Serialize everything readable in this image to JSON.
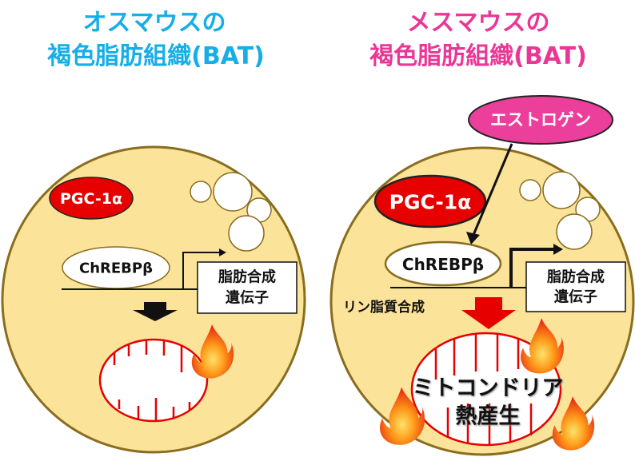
{
  "male": {
    "title_line1": "オスマウスの",
    "title_line2": "褐色脂肪組織(BAT)",
    "pgc": "PGC-1α",
    "chrebp": "ChREBPβ",
    "gene_line1": "脂肪合成",
    "gene_line2": "遺伝子"
  },
  "female": {
    "title_line1": "メスマウスの",
    "title_line2": "褐色脂肪組織(BAT)",
    "estrogen": "エストロゲン",
    "pgc": "PGC-1α",
    "chrebp": "ChREBPβ",
    "gene_line1": "脂肪合成",
    "gene_line2": "遺伝子",
    "phospholipid": "リン脂質合成",
    "mito_line1": "ミトコンドリア",
    "mito_line2": "熱産生"
  },
  "colors": {
    "male_title": "#16aee6",
    "female_title": "#ea3796",
    "cell_fill": "#fbe39a",
    "cell_stroke": "#8a6d1e",
    "pgc_fill": "#e60000",
    "estrogen_fill": "#ec3f9c",
    "mito_stroke": "#e60000"
  }
}
